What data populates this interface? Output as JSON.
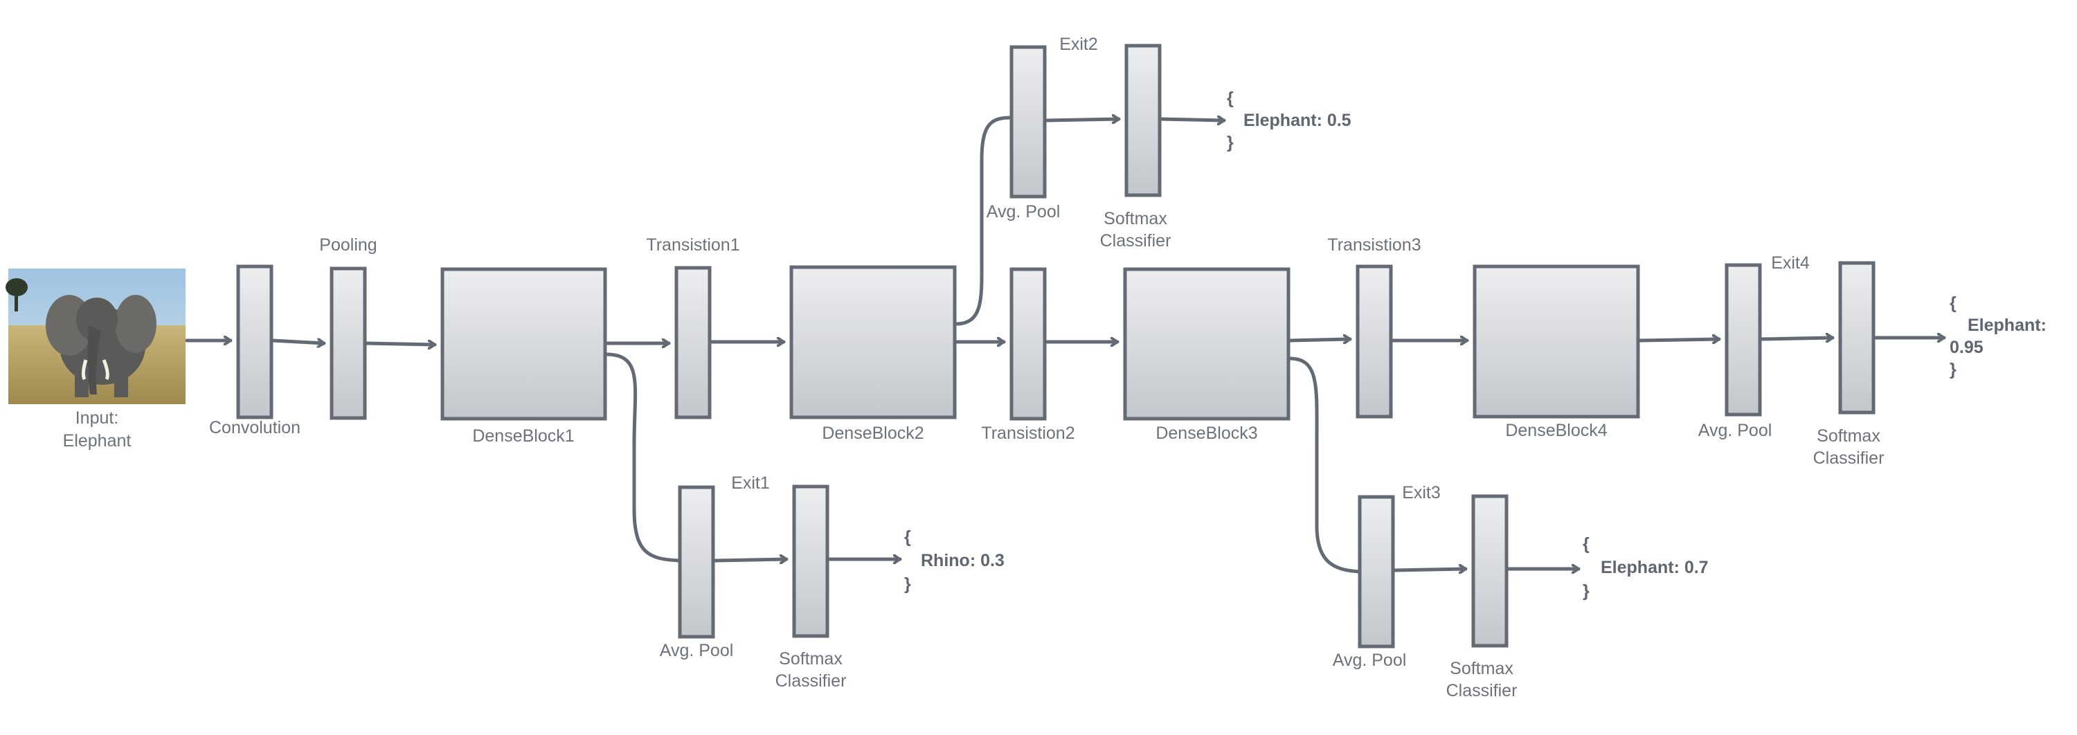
{
  "input": {
    "label_line1": "Input:",
    "label_line2": "Elephant"
  },
  "main_path": {
    "convolution": "Convolution",
    "pooling": "Pooling",
    "dense_block_1": "DenseBlock1",
    "transition_1": "Transistion1",
    "dense_block_2": "DenseBlock2",
    "transition_2": "Transistion2",
    "dense_block_3": "DenseBlock3",
    "transition_3": "Transistion3",
    "dense_block_4": "DenseBlock4"
  },
  "exits": [
    {
      "name": "Exit1",
      "pool_label": "Avg. Pool",
      "classifier_line1": "Softmax",
      "classifier_line2": "Classifier",
      "open_brace": "{",
      "close_brace": "}",
      "prediction": "Rhino: 0.3"
    },
    {
      "name": "Exit2",
      "pool_label": "Avg. Pool",
      "classifier_line1": "Softmax",
      "classifier_line2": "Classifier",
      "open_brace": "{",
      "close_brace": "}",
      "prediction": "Elephant: 0.5"
    },
    {
      "name": "Exit3",
      "pool_label": "Avg. Pool",
      "classifier_line1": "Softmax",
      "classifier_line2": "Classifier",
      "open_brace": "{",
      "close_brace": "}",
      "prediction": "Elephant: 0.7"
    },
    {
      "name": "Exit4",
      "pool_label": "Avg. Pool",
      "classifier_line1": "Softmax",
      "classifier_line2": "Classifier",
      "open_brace": "{",
      "close_brace": "}",
      "prediction_line1": "Elephant:",
      "prediction_line2": "0.95"
    }
  ],
  "colors": {
    "stroke": "#646a73",
    "block_top": "#eceef0",
    "block_bottom": "#c3c7cc",
    "label": "#6d727a"
  }
}
